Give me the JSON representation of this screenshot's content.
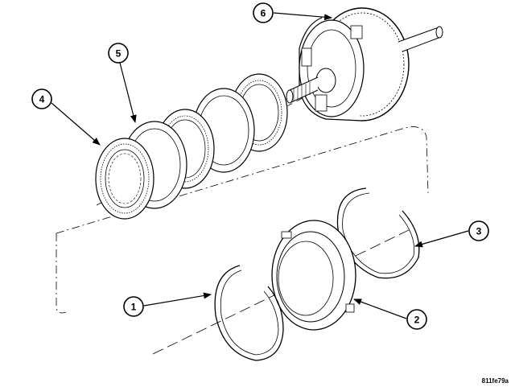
{
  "callouts": [
    {
      "id": "1",
      "label": "1"
    },
    {
      "id": "2",
      "label": "2"
    },
    {
      "id": "3",
      "label": "3"
    },
    {
      "id": "4",
      "label": "4"
    },
    {
      "id": "5",
      "label": "5"
    },
    {
      "id": "6",
      "label": "6"
    }
  ],
  "figure_code": "811fe79a",
  "colors": {
    "ink": "#000000",
    "background": "#ffffff"
  }
}
